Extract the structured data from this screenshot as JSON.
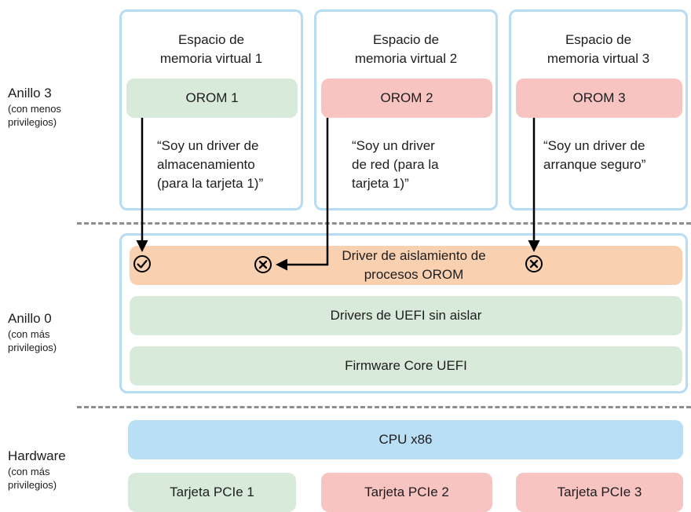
{
  "rings": {
    "ring3": {
      "title": "Anillo 3",
      "subtitle": "(con menos\nprivilegios)"
    },
    "ring0": {
      "title": "Anillo 0",
      "subtitle": "(con más\nprivilegios)"
    },
    "hardware": {
      "title": "Hardware",
      "subtitle": "(con más\nprivilegios)"
    }
  },
  "spaces": [
    {
      "title": "Espacio de\nmemoria virtual 1",
      "orom": "OROM 1",
      "quote": "“Soy un driver de\nalmacenamiento\n(para la tarjeta 1)”",
      "color": "#d8ebdb",
      "result": "allowed"
    },
    {
      "title": "Espacio de\nmemoria virtual 2",
      "orom": "OROM 2",
      "quote": "“Soy un driver\nde red (para la\ntarjeta 1)”",
      "color": "#f7c4c1",
      "result": "blocked"
    },
    {
      "title": "Espacio de\nmemoria virtual 3",
      "orom": "OROM 3",
      "quote": "“Soy un driver de\narranque seguro”",
      "color": "#f7c4c1",
      "result": "blocked"
    }
  ],
  "ring0_layers": {
    "isolation_driver": "Driver de aislamiento de\nprocesos OROM",
    "uefi_drivers": "Drivers de UEFI sin aislar",
    "firmware_core": "Firmware Core UEFI"
  },
  "hardware": {
    "cpu": "CPU x86",
    "cards": [
      "Tarjeta PCIe 1",
      "Tarjeta PCIe 2",
      "Tarjeta PCIe 3"
    ]
  },
  "colors": {
    "border_blue": "#b4dcf4",
    "green": "#d8ebdb",
    "red": "#f7c4c1",
    "orange": "#f9d1b0",
    "blue": "#b8dff5",
    "divider": "#8e8e8e"
  },
  "icons": {
    "allowed": "check-circle-icon",
    "blocked": "x-circle-icon"
  }
}
